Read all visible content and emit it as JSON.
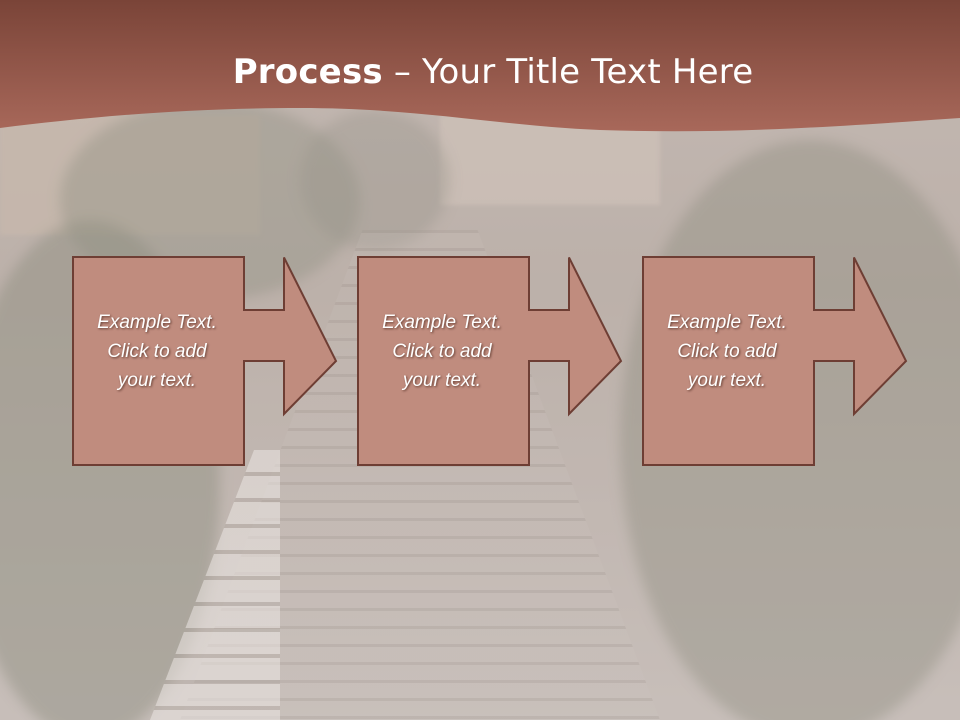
{
  "header": {
    "title_bold": "Process",
    "title_rest": " – Your Title Text Here"
  },
  "steps": [
    {
      "line1": "Example Text.",
      "line2": "Click  to add",
      "line3": "your text."
    },
    {
      "line1": "Example Text.",
      "line2": "Click  to add",
      "line3": "your text."
    },
    {
      "line1": "Example Text.",
      "line2": "Click  to add",
      "line3": "your text."
    }
  ],
  "colors": {
    "header": "#9a5a4a",
    "box_fill": "#c08c7e",
    "box_stroke": "#6e3e34"
  }
}
